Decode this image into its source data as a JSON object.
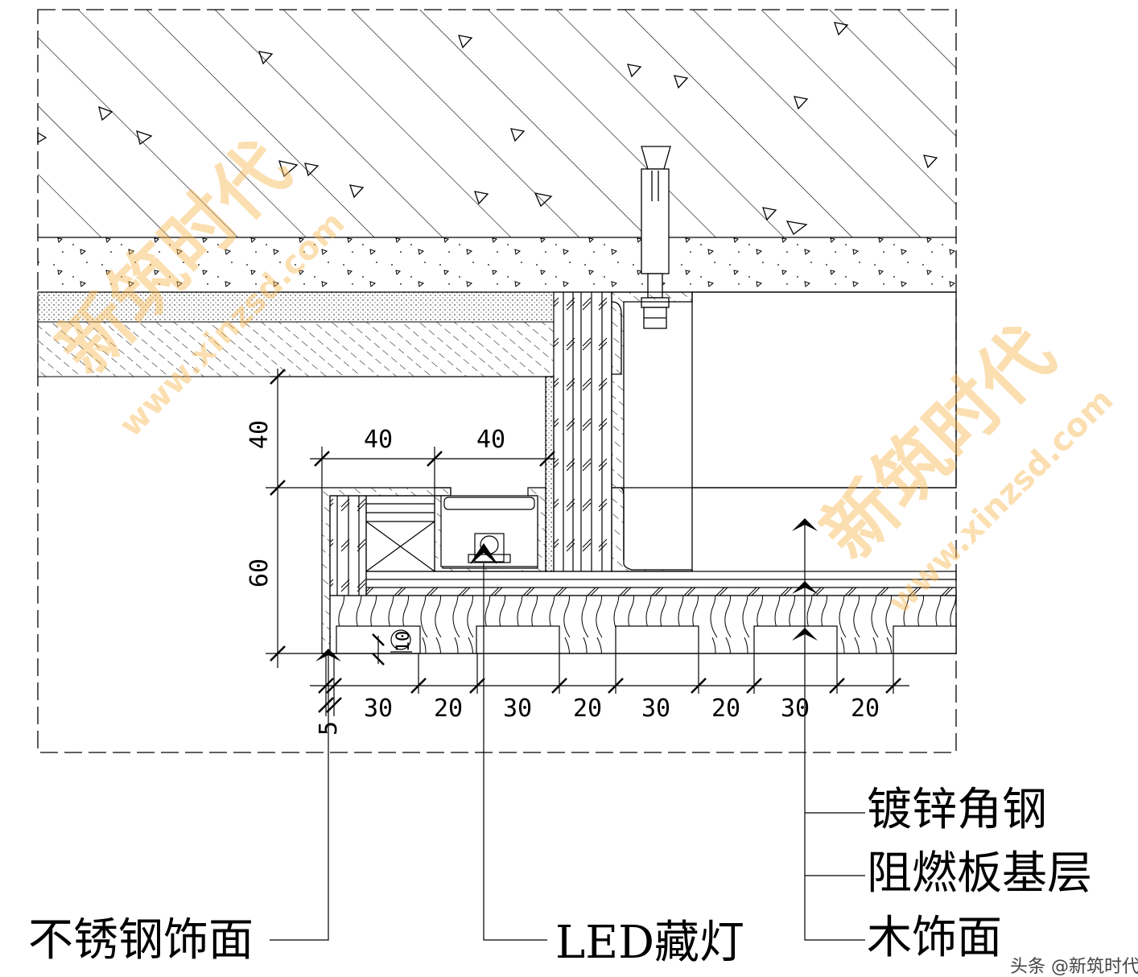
{
  "drawing": {
    "dimensions": {
      "vertical": [
        "40",
        "60"
      ],
      "top_horizontal": [
        "40",
        "40"
      ],
      "bottom_horizontal": [
        "5",
        "30",
        "20",
        "30",
        "20",
        "30",
        "20",
        "30",
        "20"
      ],
      "small_circle_dim": "10"
    },
    "labels": {
      "stainless_facing": "不锈钢饰面",
      "led_light": "LED藏灯",
      "galvanized_angle": "镀锌角钢",
      "fire_board": "阻燃板基层",
      "wood_facing": "木饰面"
    },
    "watermarks": {
      "brand": "新筑时代",
      "url": "www.xinzsd.com",
      "credit": "头条 @新筑时代"
    },
    "colors": {
      "line": "#000000",
      "watermark": "#f7b955"
    }
  }
}
